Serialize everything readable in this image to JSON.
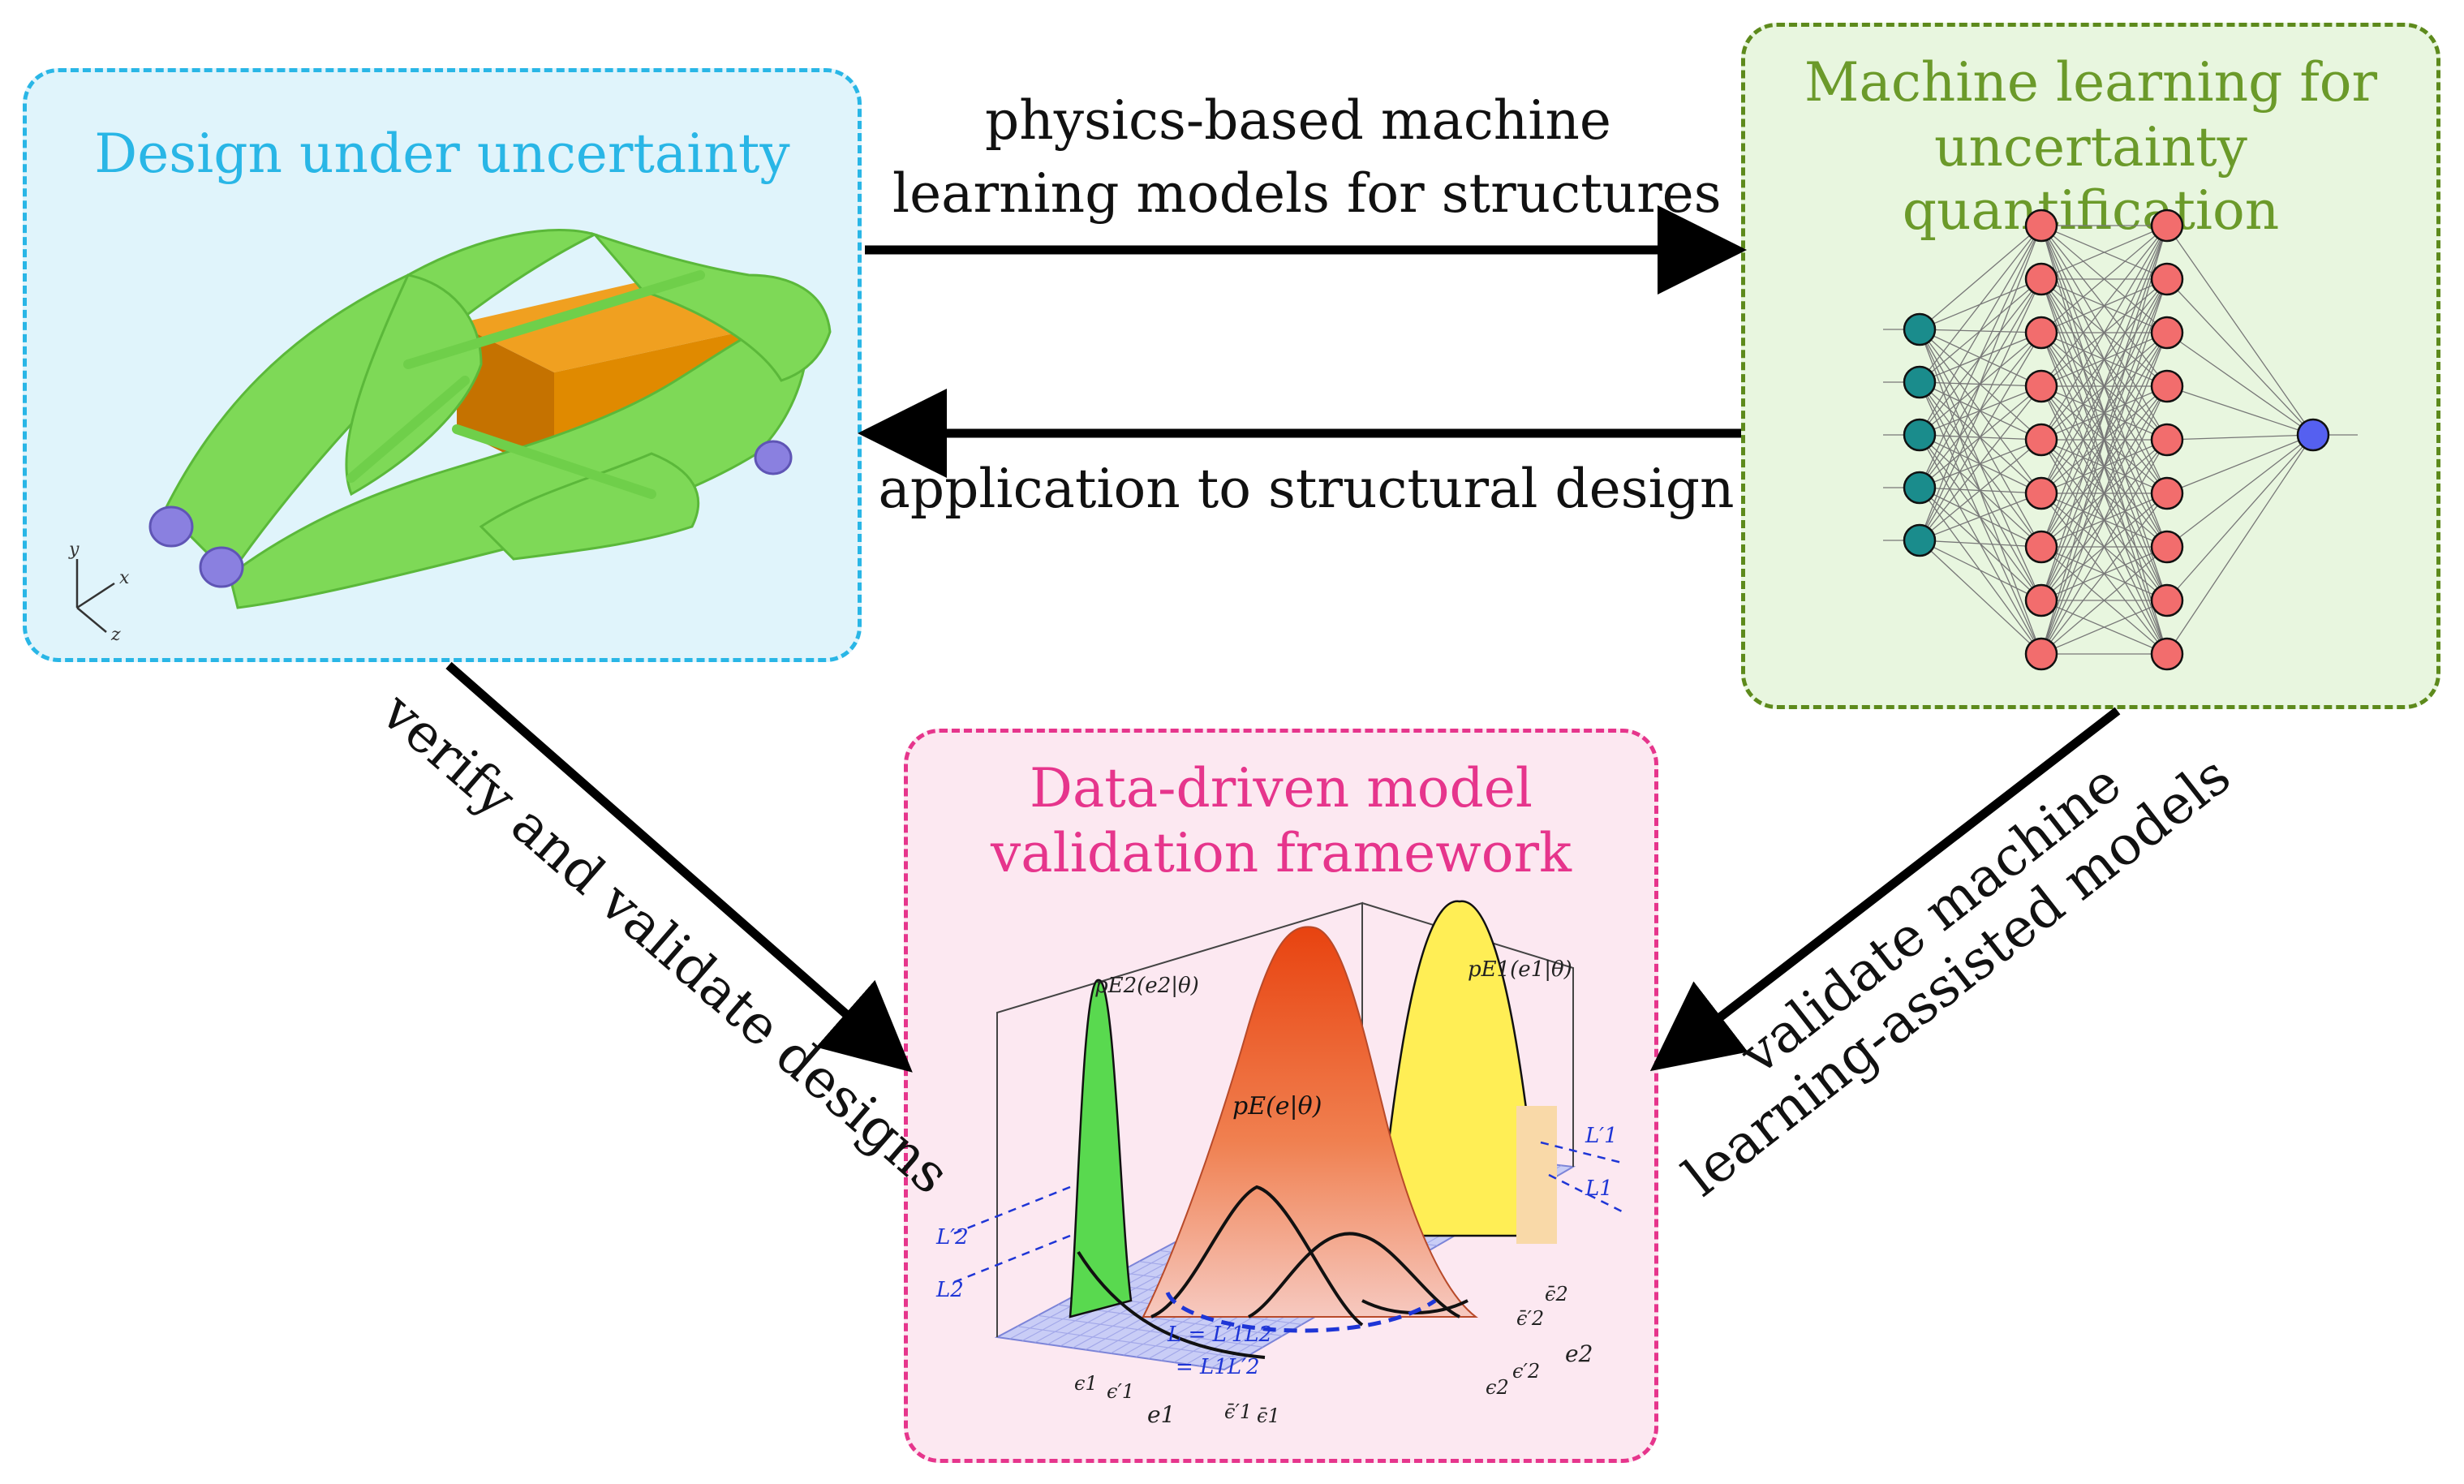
{
  "design_box": {
    "title": "Design under uncertainty",
    "axes": {
      "y": "y",
      "x": "x",
      "z": "z"
    }
  },
  "ml_box": {
    "title_line1": "Machine learning for",
    "title_line2": "uncertainty quantification"
  },
  "data_box": {
    "title_line1": "Data-driven model",
    "title_line2": "validation framework",
    "plot_labels": {
      "p_joint": "pE(e|θ)",
      "p_e1": "pE1(e1|θ)",
      "p_e2": "pE2(e2|θ)",
      "L1p_right": "L′1",
      "L1_right": "L1",
      "L2p_left": "L′2",
      "L2_left": "L2",
      "L_eq1": "L = L′1L2",
      "L_eq2": "= L1L′2",
      "eps1_low": "ϵ1",
      "eps1p_low": "ϵ′1",
      "e1": "e1",
      "eps1p_bar": "ϵ̄′1",
      "eps1_bar": "ϵ̄1",
      "eps2_bar": "ϵ̄2",
      "eps2p_bar": "ϵ̄′2",
      "eps2p_low": "ϵ′2",
      "eps2_low": "ϵ2",
      "e2": "e2"
    }
  },
  "arrows": {
    "top_line1": "physics-based machine",
    "top_line2": "learning models for structures",
    "bottom_label": "application to structural design",
    "left_diag": "verify and validate designs",
    "right_diag_line1": "validate machine",
    "right_diag_line2": "learning-assisted models"
  },
  "colors": {
    "design": "#29b6e6",
    "ml": "#5d8a1c",
    "data": "#e6358c",
    "bracket": "#7ed957",
    "block": "#e08a00",
    "input_node": "#1a8c8c",
    "hidden_node": "#f26d6d",
    "output_node": "#5560f0"
  }
}
